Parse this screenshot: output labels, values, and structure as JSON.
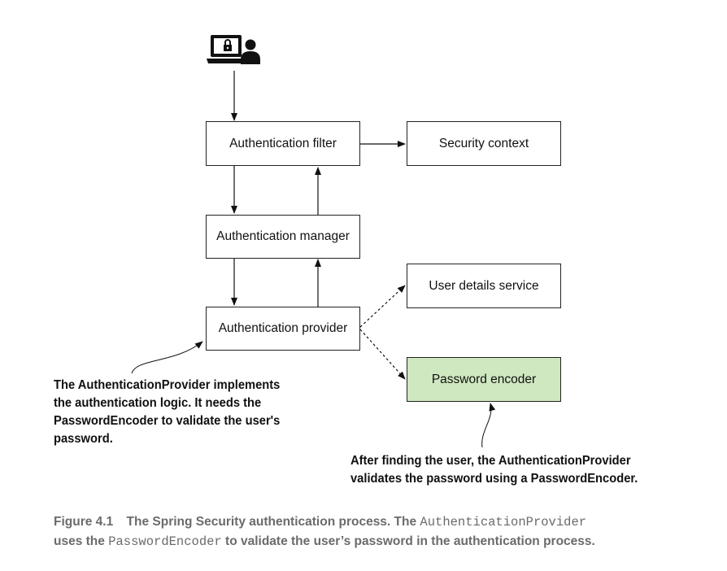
{
  "boxes": {
    "authentication_filter": "Authentication filter",
    "security_context": "Security context",
    "authentication_manager": "Authentication manager",
    "authentication_provider": "Authentication provider",
    "user_details_service": "User details service",
    "password_encoder": "Password encoder"
  },
  "icons": {
    "user_icon": "laptop-lock-user-icon"
  },
  "colors": {
    "password_encoder_fill": "#cfe8bf",
    "caption_text": "#6b6b6b"
  },
  "notes": {
    "provider_note": [
      "The AuthenticationProvider implements",
      "the authentication logic. It needs the",
      "PasswordEncoder to validate the user's",
      "password."
    ],
    "encoder_note": [
      "After finding the user, the AuthenticationProvider",
      "validates the password using a PasswordEncoder."
    ]
  },
  "caption": {
    "figure_label": "Figure 4.1",
    "line1_text": "The Spring Security authentication process. The",
    "line1_code": "AuthenticationProvider",
    "line2_text_a": "uses the",
    "line2_code": "PasswordEncoder",
    "line2_text_b": "to validate the user’s password in the authentication process."
  }
}
